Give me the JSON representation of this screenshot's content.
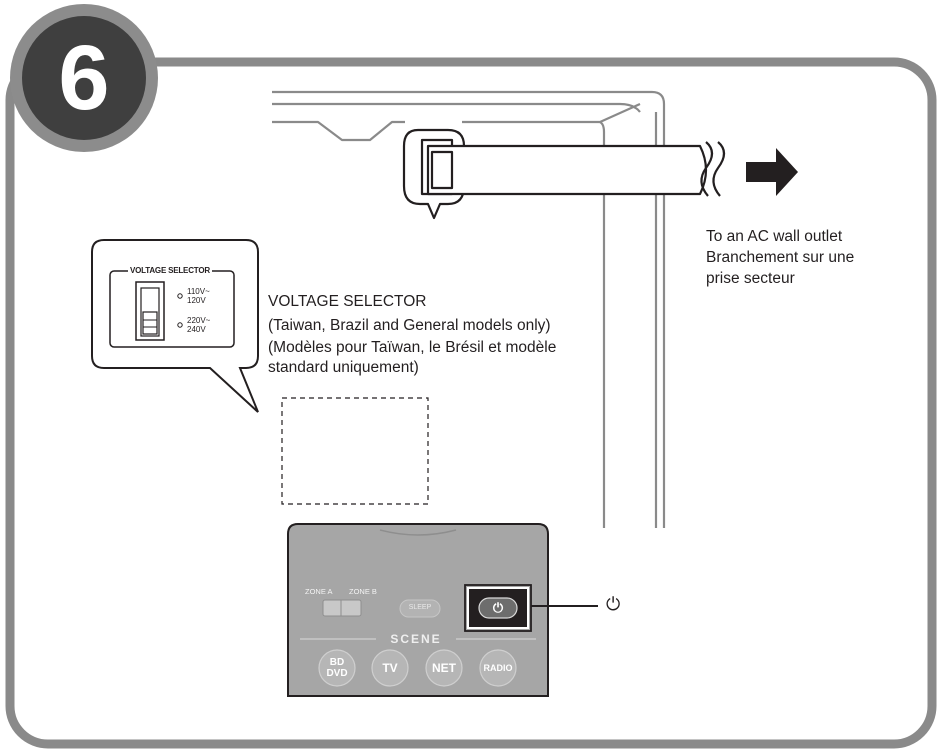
{
  "step": {
    "number": "6"
  },
  "outlet": {
    "line1": "To an AC wall outlet",
    "line2": "Branchement sur une",
    "line3": "prise secteur"
  },
  "voltage": {
    "heading": "VOLTAGE SELECTOR",
    "line1": "(Taiwan, Brazil and General models only)",
    "line2": "(Modèles pour Taïwan, le Brésil et modèle",
    "line3": "standard uniquement)",
    "panel_title": "VOLTAGE SELECTOR",
    "opt1_a": "110V~",
    "opt1_b": "120V",
    "opt2_a": "220V~",
    "opt2_b": "240V"
  },
  "remote": {
    "zone_a": "ZONE A",
    "zone_b": "ZONE B",
    "sleep": "SLEEP",
    "scene": "SCENE",
    "bd": "BD",
    "dvd": "DVD",
    "tv": "TV",
    "net": "NET",
    "radio": "RADIO",
    "power_glyph": "⏻"
  },
  "colors": {
    "frame": "#8a8a8a",
    "remote": "#a6a6a6",
    "text": "#231f20"
  }
}
